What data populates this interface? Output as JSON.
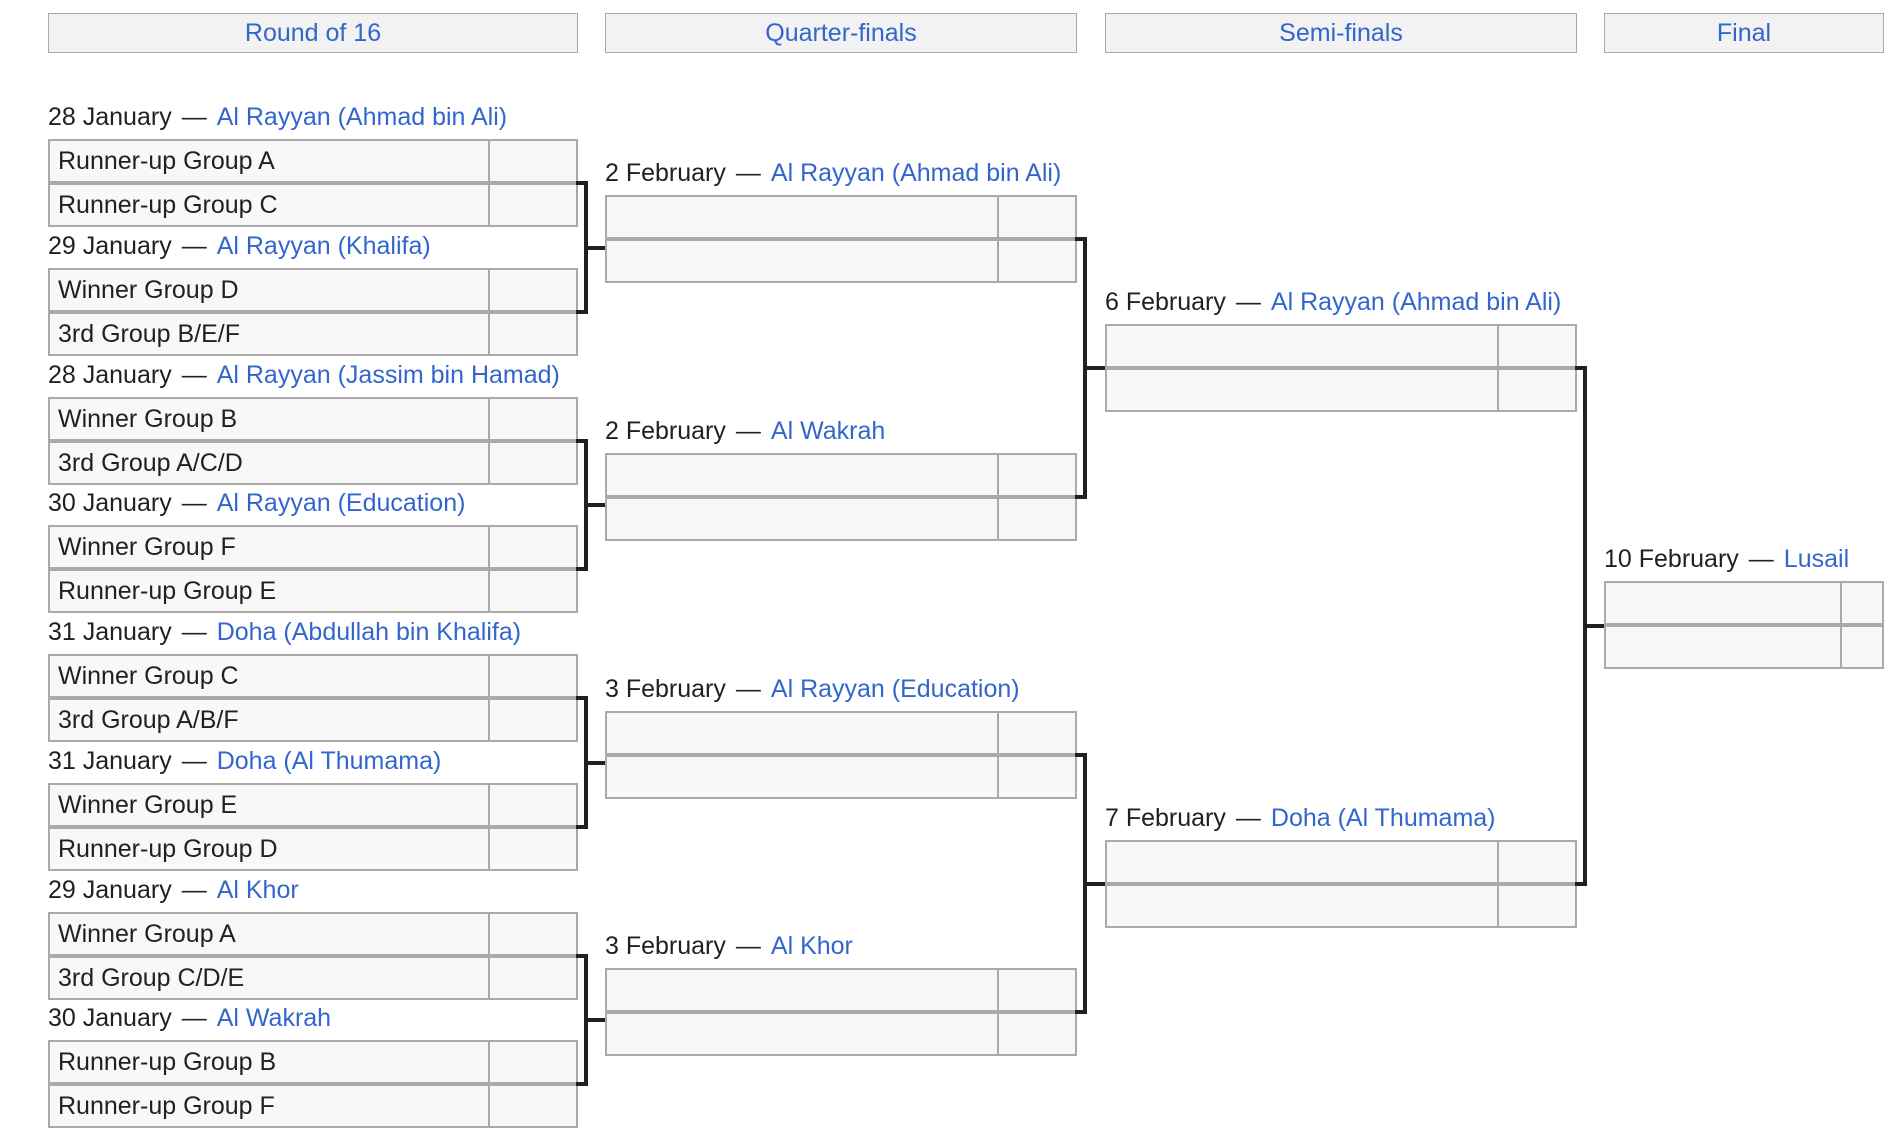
{
  "rounds": [
    "Round of 16",
    "Quarter-finals",
    "Semi-finals",
    "Final"
  ],
  "matches": {
    "r16": [
      {
        "date": "28 January",
        "venue": "Al Rayyan (Ahmad bin Ali)",
        "teams": [
          "Runner-up Group A",
          "Runner-up Group C"
        ],
        "scores": [
          "",
          ""
        ]
      },
      {
        "date": "29 January",
        "venue": "Al Rayyan (Khalifa)",
        "teams": [
          "Winner Group D",
          "3rd Group B/E/F"
        ],
        "scores": [
          "",
          ""
        ]
      },
      {
        "date": "28 January",
        "venue": "Al Rayyan (Jassim bin Hamad)",
        "teams": [
          "Winner Group B",
          "3rd Group A/C/D"
        ],
        "scores": [
          "",
          ""
        ]
      },
      {
        "date": "30 January",
        "venue": "Al Rayyan (Education)",
        "teams": [
          "Winner Group F",
          "Runner-up Group E"
        ],
        "scores": [
          "",
          ""
        ]
      },
      {
        "date": "31 January",
        "venue": "Doha (Abdullah bin Khalifa)",
        "teams": [
          "Winner Group C",
          "3rd Group A/B/F"
        ],
        "scores": [
          "",
          ""
        ]
      },
      {
        "date": "31 January",
        "venue": "Doha (Al Thumama)",
        "teams": [
          "Winner Group E",
          "Runner-up Group D"
        ],
        "scores": [
          "",
          ""
        ]
      },
      {
        "date": "29 January",
        "venue": "Al Khor",
        "teams": [
          "Winner Group A",
          "3rd Group C/D/E"
        ],
        "scores": [
          "",
          ""
        ]
      },
      {
        "date": "30 January",
        "venue": "Al Wakrah",
        "teams": [
          "Runner-up Group B",
          "Runner-up Group F"
        ],
        "scores": [
          "",
          ""
        ]
      }
    ],
    "qf": [
      {
        "date": "2 February",
        "venue": "Al Rayyan (Ahmad bin Ali)",
        "teams": [
          "",
          ""
        ],
        "scores": [
          "",
          ""
        ]
      },
      {
        "date": "2 February",
        "venue": "Al Wakrah",
        "teams": [
          "",
          ""
        ],
        "scores": [
          "",
          ""
        ]
      },
      {
        "date": "3 February",
        "venue": "Al Rayyan (Education)",
        "teams": [
          "",
          ""
        ],
        "scores": [
          "",
          ""
        ]
      },
      {
        "date": "3 February",
        "venue": "Al Khor",
        "teams": [
          "",
          ""
        ],
        "scores": [
          "",
          ""
        ]
      }
    ],
    "sf": [
      {
        "date": "6 February",
        "venue": "Al Rayyan (Ahmad bin Ali)",
        "teams": [
          "",
          ""
        ],
        "scores": [
          "",
          ""
        ]
      },
      {
        "date": "7 February",
        "venue": "Doha (Al Thumama)",
        "teams": [
          "",
          ""
        ],
        "scores": [
          "",
          ""
        ]
      }
    ],
    "final": [
      {
        "date": "10 February",
        "venue": "Lusail",
        "teams": [
          "",
          ""
        ],
        "scores": [
          "",
          ""
        ]
      }
    ]
  },
  "separator": "—",
  "colors": {
    "link": "#3366cc",
    "header_bg": "#f2f2f2",
    "slot_bg": "#f8f8f8",
    "border": "#aaaaaa",
    "connector": "#202122"
  }
}
